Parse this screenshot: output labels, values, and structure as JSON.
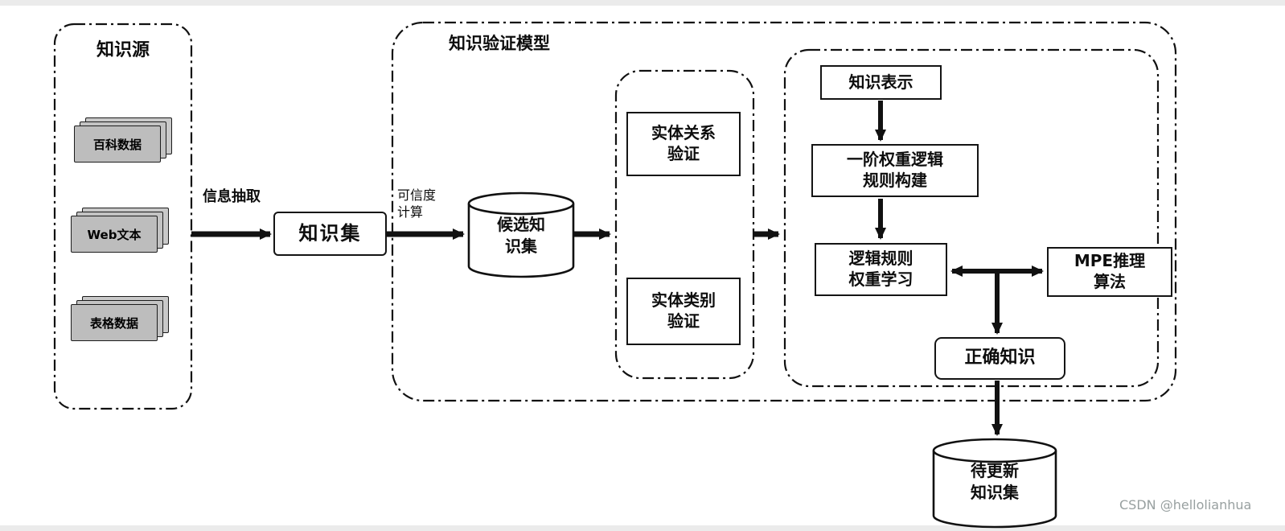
{
  "diagram": {
    "source_panel": {
      "title": "知识源",
      "items": [
        {
          "label": "百科数据"
        },
        {
          "label": "Web文本"
        },
        {
          "label": "表格数据"
        }
      ]
    },
    "labels": {
      "info_extraction": "信息抽取",
      "credibility_line1": "可信度",
      "credibility_line2": "计算"
    },
    "knowledge_set_box": "知识集",
    "model_panel": {
      "title": "知识验证模型",
      "candidate_cylinder": {
        "line1": "候选知",
        "line2": "识集"
      },
      "verification": {
        "relation": {
          "line1": "实体关系",
          "line2": "验证"
        },
        "category": {
          "line1": "实体类别",
          "line2": "验证"
        }
      },
      "reasoning": {
        "representation": "知识表示",
        "rule_construction": {
          "line1": "一阶权重逻辑",
          "line2": "规则构建"
        },
        "weight_learning": {
          "line1": "逻辑规则",
          "line2": "权重学习"
        },
        "mpe": {
          "line1": "MPE推理",
          "line2": "算法"
        },
        "correct_knowledge": "正确知识"
      }
    },
    "output_cylinder": {
      "line1": "待更新",
      "line2": "知识集"
    },
    "watermark": "CSDN @hellolianhua",
    "colors": {
      "ink": "#111111",
      "sheet_gray": "#bdbdbd",
      "watermark_gray": "#98a0a0"
    }
  }
}
